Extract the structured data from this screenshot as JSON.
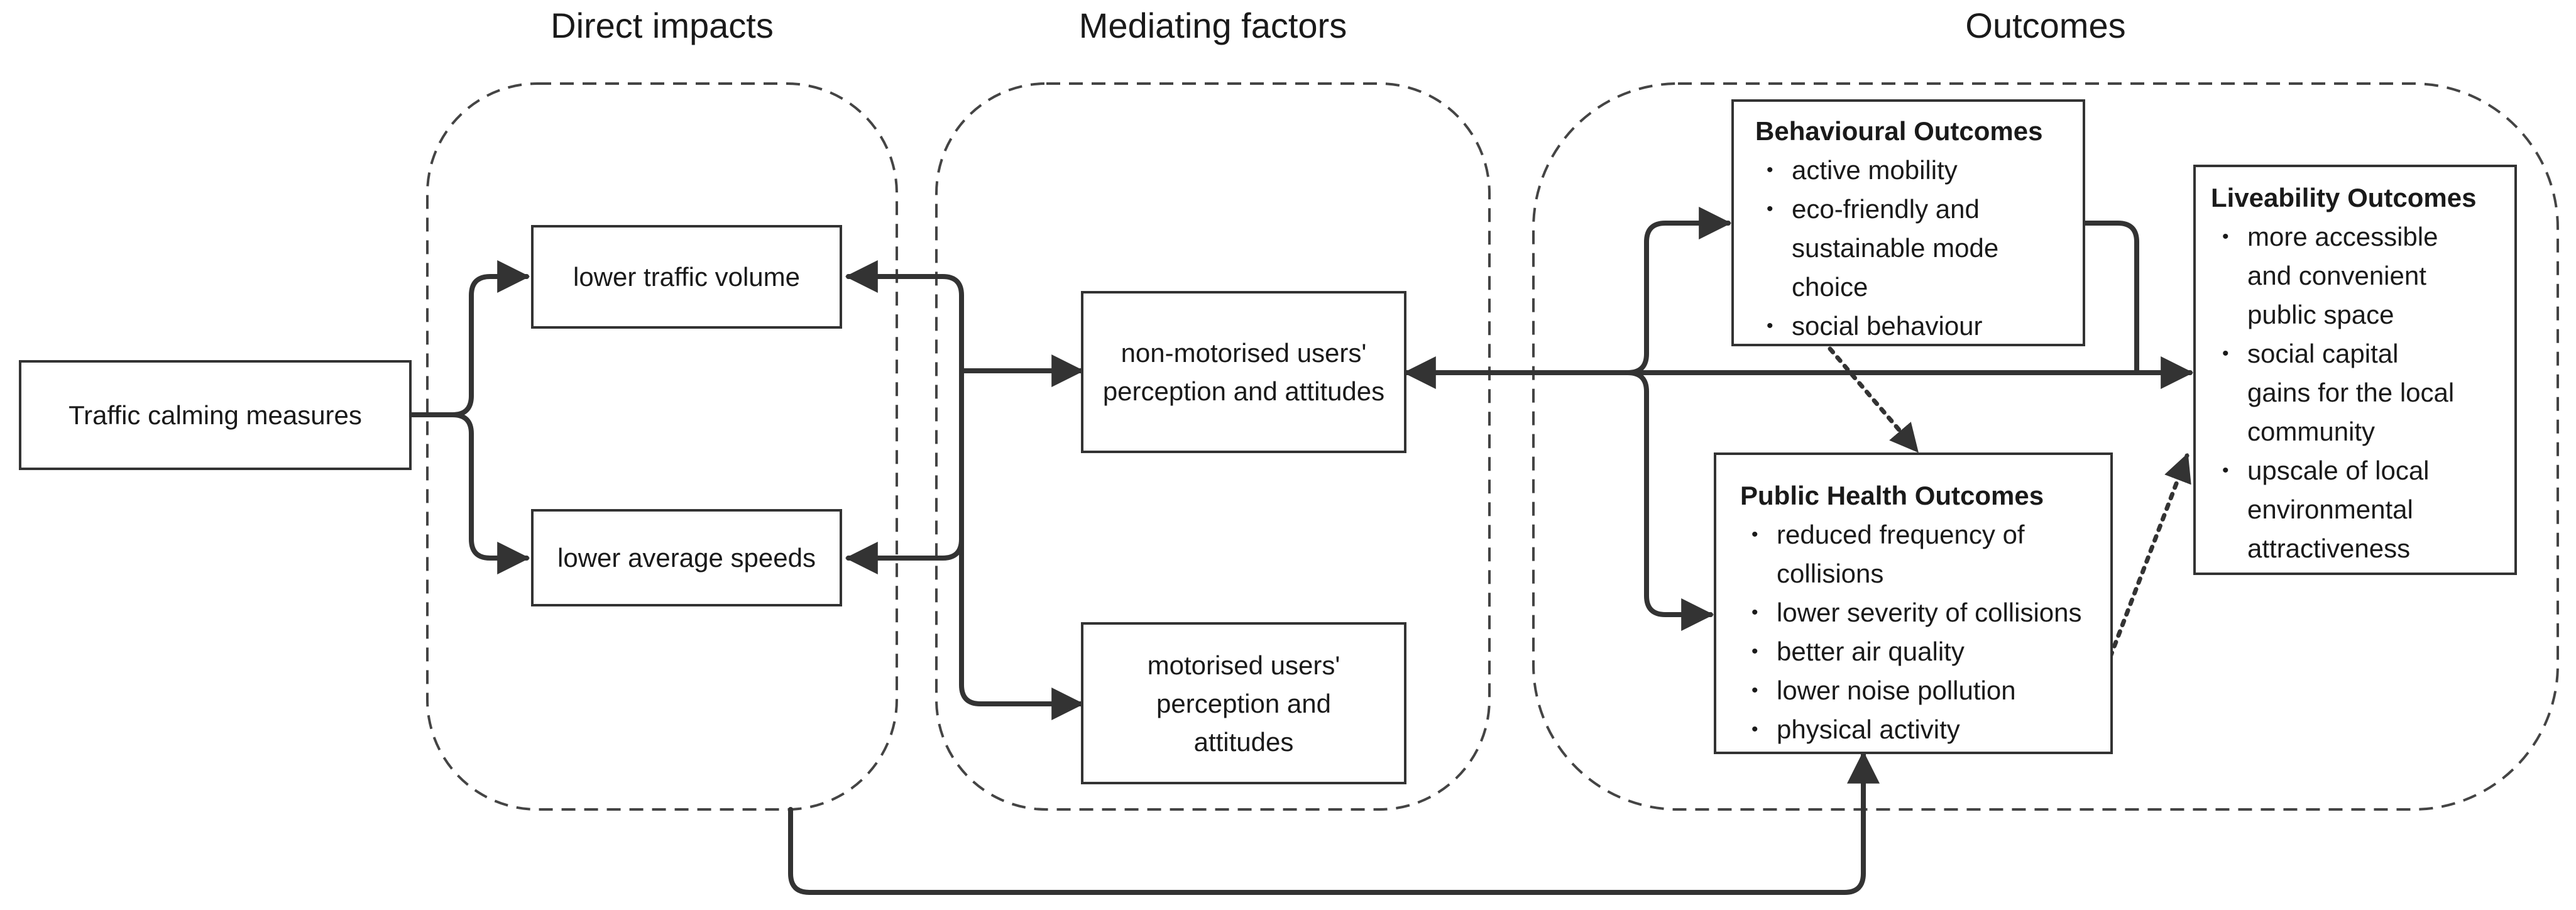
{
  "headers": {
    "direct": "Direct impacts",
    "mediating": "Mediating factors",
    "outcomes": "Outcomes"
  },
  "nodes": {
    "traffic_calming": "Traffic calming measures",
    "lower_volume": "lower traffic volume",
    "lower_speeds": "lower average speeds",
    "non_motorised": "non-motorised users' perception and attitudes",
    "motorised": "motorised users' perception and attitudes"
  },
  "behavioural": {
    "title": "Behavioural Outcomes",
    "items": [
      "active mobility",
      "eco-friendly and sustainable mode choice",
      "social behaviour"
    ]
  },
  "public_health": {
    "title": "Public Health Outcomes",
    "items": [
      "reduced frequency of collisions",
      "lower severity of collisions",
      "better air quality",
      "lower noise pollution",
      "physical activity"
    ]
  },
  "liveability": {
    "title": "Liveability Outcomes",
    "items": [
      "more accessible and convenient public space",
      "social capital gains for the local community",
      "upscale of local environmental attractiveness"
    ]
  },
  "colors": {
    "line": "#333333",
    "group_border": "#444444"
  }
}
